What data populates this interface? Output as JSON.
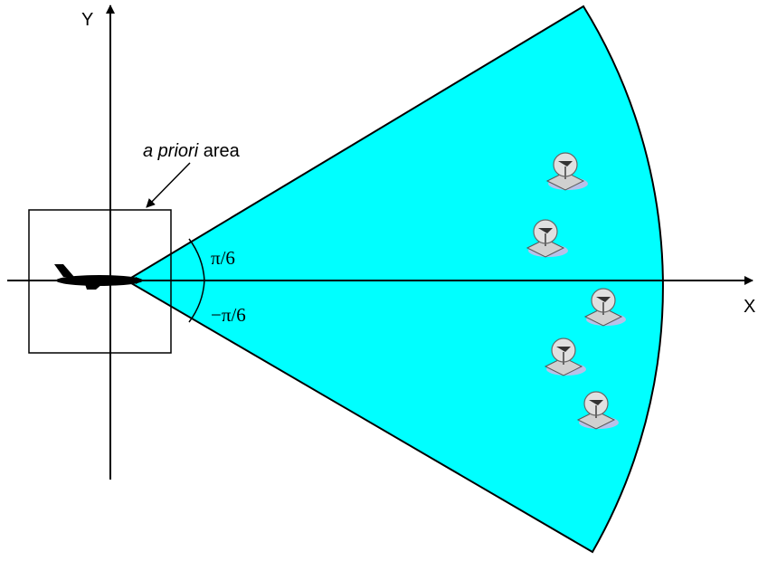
{
  "axes": {
    "x_label": "X",
    "y_label": "Y"
  },
  "labels": {
    "priori_italic": "a priori",
    "priori_rest": " area",
    "angle_upper": "π/6",
    "angle_lower": "−π/6"
  },
  "icons": {
    "aircraft": "airplane-icon",
    "radar": "radar-dish-icon"
  },
  "colors": {
    "sector_fill": "#00ffff",
    "stroke": "#000000",
    "radar_body": "#d8d8d8",
    "radar_shadow": "#b8c0e8"
  },
  "radar_count": 5
}
